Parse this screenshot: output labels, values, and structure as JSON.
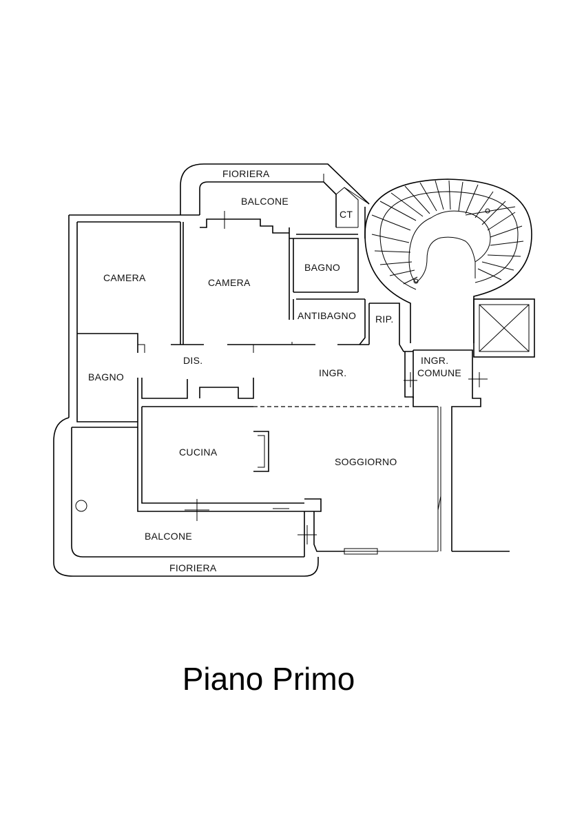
{
  "title": "Piano Primo",
  "rooms": {
    "fioriera_top": "FIORIERA",
    "balcone_top": "BALCONE",
    "ct": "CT",
    "camera_1": "CAMERA",
    "camera_2": "CAMERA",
    "bagno_top": "BAGNO",
    "antibagno": "ANTIBAGNO",
    "rip": "RIP.",
    "bagno_left": "BAGNO",
    "dis": "DIS.",
    "ingr": "INGR.",
    "ingr_comune_1": "INGR.",
    "ingr_comune_2": "COMUNE",
    "cucina": "CUCINA",
    "soggiorno": "SOGGIORNO",
    "balcone_bottom": "BALCONE",
    "fioriera_bottom": "FIORIERA"
  }
}
